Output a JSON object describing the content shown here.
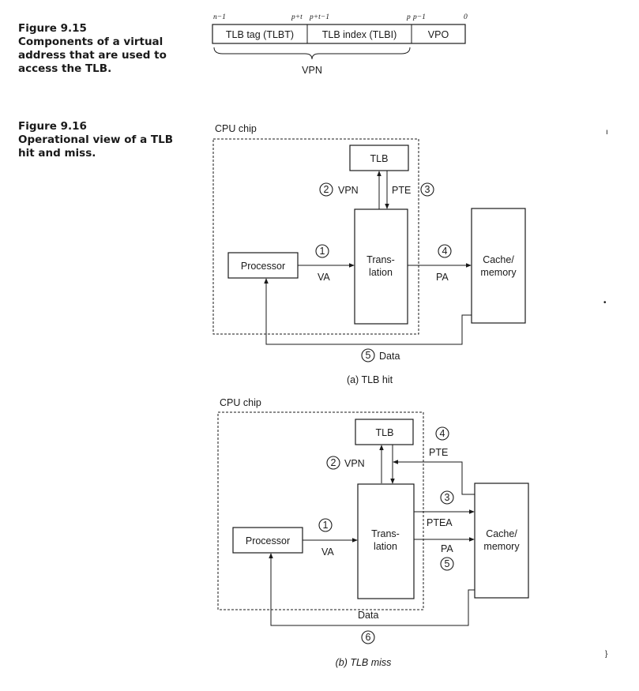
{
  "fig915": {
    "number": "Figure 9.15",
    "caption": "Components of a virtual address that are used to access the TLB.",
    "bit_labels": [
      "n−1",
      "p+t",
      "p+t−1",
      "p",
      "p−1",
      "0"
    ],
    "fields": [
      "TLB tag (TLBT)",
      "TLB index (TLBI)",
      "VPO"
    ],
    "brace_label": "VPN"
  },
  "fig916": {
    "number": "Figure 9.16",
    "caption": "Operational view of a TLB hit and miss.",
    "hit": {
      "chip_label": "CPU chip",
      "tlb": "TLB",
      "processor": "Processor",
      "translation_1": "Trans-",
      "translation_2": "lation",
      "cache_1": "Cache/",
      "cache_2": "memory",
      "step1": "1",
      "step2": "2",
      "step3": "3",
      "step4": "4",
      "step5": "5",
      "vpn": "VPN",
      "pte": "PTE",
      "va": "VA",
      "pa": "PA",
      "data": "Data",
      "subcaption": "(a) TLB hit"
    },
    "miss": {
      "chip_label": "CPU chip",
      "tlb": "TLB",
      "processor": "Processor",
      "translation_1": "Trans-",
      "translation_2": "lation",
      "cache_1": "Cache/",
      "cache_2": "memory",
      "step1": "1",
      "step2": "2",
      "step3": "3",
      "step4": "4",
      "step5": "5",
      "step6": "6",
      "vpn": "VPN",
      "pte": "PTE",
      "ptea": "PTEA",
      "va": "VA",
      "pa": "PA",
      "data": "Data",
      "subcaption": "(b) TLB miss"
    }
  },
  "stray_marks": [
    "ı",
    "•",
    "}"
  ]
}
